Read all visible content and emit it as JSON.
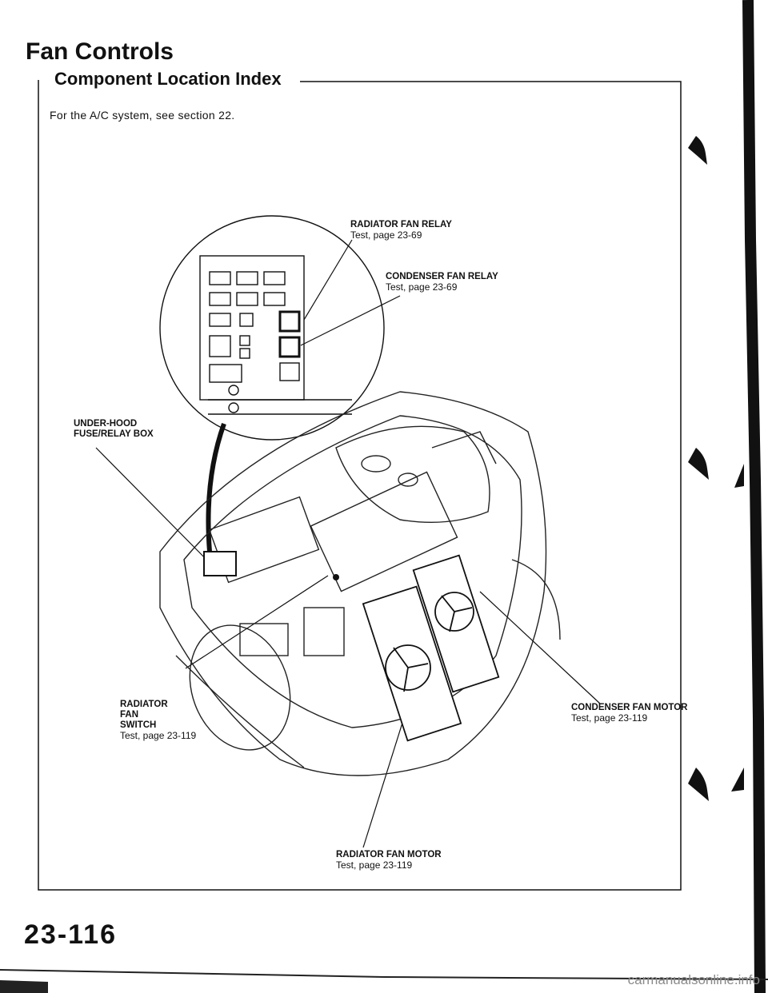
{
  "header": {
    "title": "Fan Controls",
    "subtitle": "Component Location Index"
  },
  "intro_note": "For the A/C system, see section 22.",
  "callouts": {
    "radiator_fan_relay": {
      "name": "RADIATOR FAN RELAY",
      "ref": "Test, page 23-69"
    },
    "condenser_fan_relay": {
      "name": "CONDENSER FAN RELAY",
      "ref": "Test, page 23-69"
    },
    "fuse_box": {
      "line1": "UNDER-HOOD",
      "line2": "FUSE/RELAY BOX"
    },
    "radiator_fan_switch": {
      "line1": "RADIATOR",
      "line2": "FAN",
      "line3": "SWITCH",
      "ref": "Test, page 23-119"
    },
    "condenser_fan_motor": {
      "name": "CONDENSER FAN MOTOR",
      "ref": "Test, page 23-119"
    },
    "radiator_fan_motor": {
      "name": "RADIATOR FAN MOTOR",
      "ref": "Test, page 23-119"
    }
  },
  "footer": {
    "page_number": "23-116",
    "watermark": "carmanualsonline.info"
  }
}
